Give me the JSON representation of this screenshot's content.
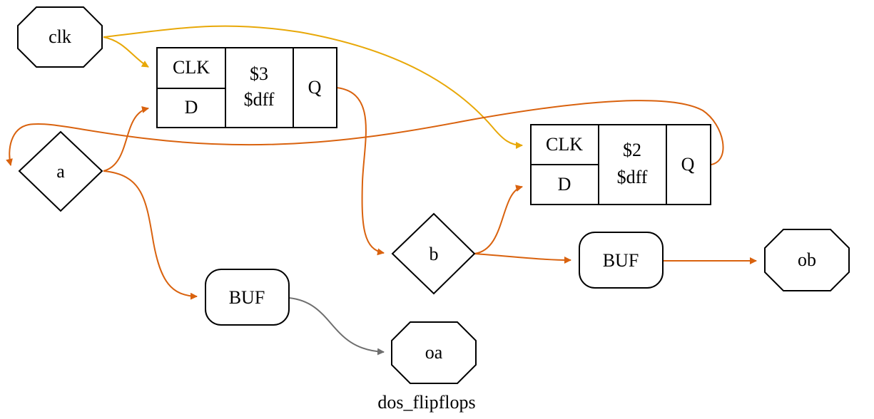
{
  "title": "dos_flipflops",
  "colors": {
    "clock": "#e8a808",
    "data": "#d9620e",
    "gray": "#6e6e6e"
  },
  "nodes": {
    "clk": "clk",
    "a": "a",
    "b": "b",
    "oa": "oa",
    "ob": "ob",
    "buf_a": "BUF",
    "buf_b": "BUF",
    "dff3": {
      "clk_port": "CLK",
      "d_port": "D",
      "q_port": "Q",
      "id": "$3",
      "type": "$dff"
    },
    "dff2": {
      "clk_port": "CLK",
      "d_port": "D",
      "q_port": "Q",
      "id": "$2",
      "type": "$dff"
    }
  }
}
